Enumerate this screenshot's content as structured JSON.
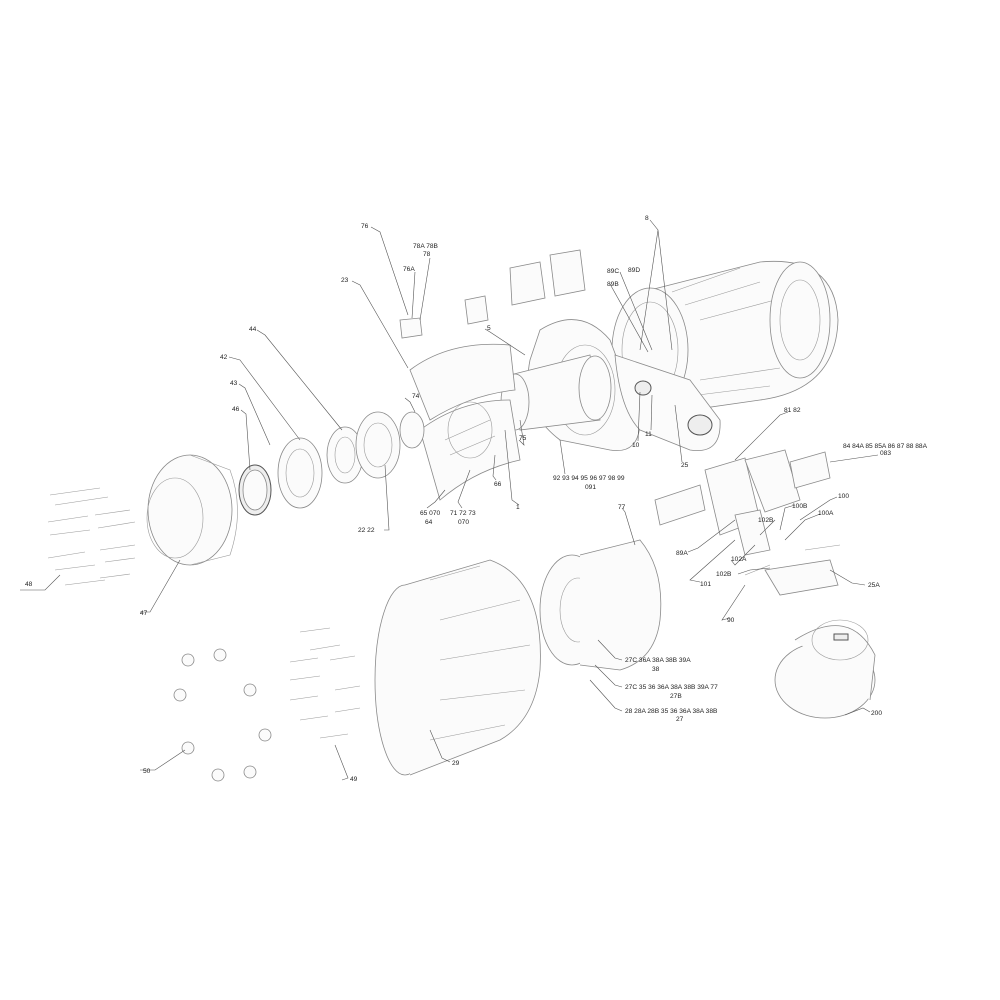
{
  "labels": {
    "l76": "76",
    "l78a": "78A  78B",
    "l78": "78",
    "l76a": "76A",
    "l23": "23",
    "l8": "8",
    "l89c": "89C",
    "l89d": "89D",
    "l89b": "89B",
    "l5": "5",
    "l44": "44",
    "l42": "42",
    "l43": "43",
    "l46": "46",
    "l74": "74",
    "l75": "75",
    "l10": "10",
    "l11": "11",
    "l25": "25",
    "l8182": "81  82",
    "l84": "84  84A  85  85A  86  87  88  88A",
    "l083": "083",
    "l66": "66",
    "l92": "92  93  94  95  96  97  98  99",
    "l091": "091",
    "l1": "1",
    "l65": "65  070",
    "l64": "64",
    "l71": "71  72  73",
    "l070": "070",
    "l22": "22   22",
    "l48": "48",
    "l47": "47",
    "l77": "77",
    "l100": "100",
    "l100b": "100B",
    "l100a": "100A",
    "l102b1": "102B",
    "l89a": "89A",
    "l102a": "102A",
    "l101": "101",
    "l102b2": "102B",
    "l25a": "25A",
    "l90": "90",
    "l27c1": "27C  36A  38A  38B  39A",
    "l38": "38",
    "l27c2": "27C  35   36  36A  38A  38B  39A  77",
    "l27b": "27B",
    "l28": "28  28A  28B  35   36   36A  38A  38B",
    "l27": "27",
    "l200": "200",
    "l29": "29",
    "l49": "49",
    "l50": "50"
  }
}
